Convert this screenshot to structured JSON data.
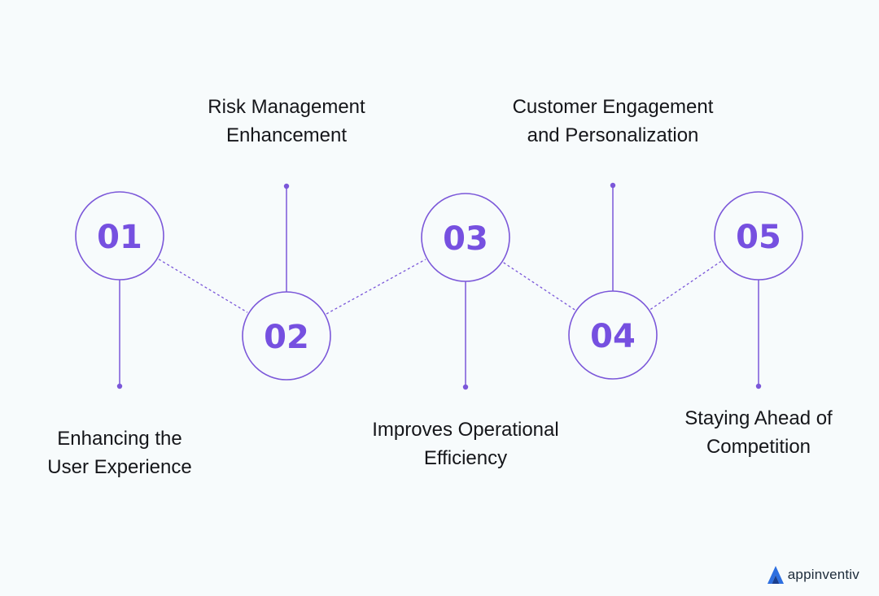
{
  "steps": [
    {
      "number": "01",
      "label_lines": [
        "Enhancing the",
        "User Experience"
      ]
    },
    {
      "number": "02",
      "label_lines": [
        "Risk Management",
        "Enhancement"
      ]
    },
    {
      "number": "03",
      "label_lines": [
        "Improves Operational",
        "Efficiency"
      ]
    },
    {
      "number": "04",
      "label_lines": [
        "Customer Engagement",
        "and Personalization"
      ]
    },
    {
      "number": "05",
      "label_lines": [
        "Staying Ahead of",
        "Competition"
      ]
    }
  ],
  "brand": {
    "name": "appinventiv",
    "logo_icon": "appinventiv-logo-icon"
  },
  "colors": {
    "accent": "#7650e0",
    "line": "#7b57d9",
    "text": "#15161a",
    "background": "#f7fbfc"
  }
}
